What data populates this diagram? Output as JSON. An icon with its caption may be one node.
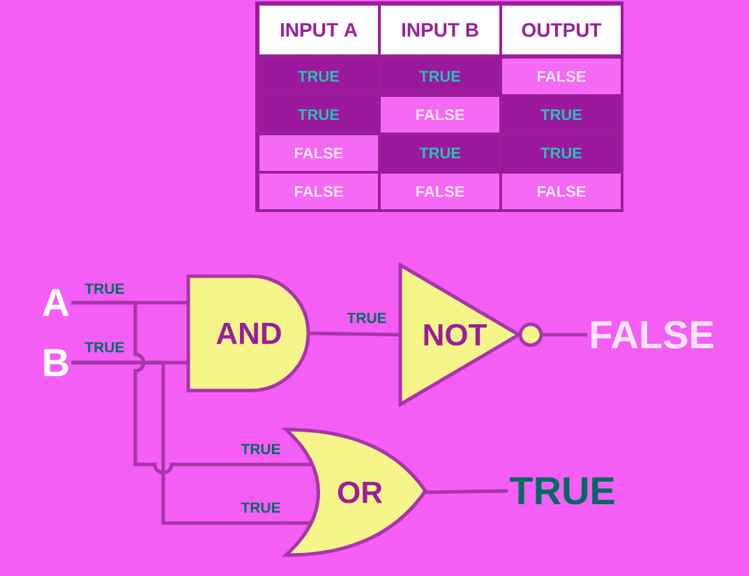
{
  "diagram": {
    "nodes": [
      {
        "text": [
          "A"
        ]
      },
      {
        "text": [
          "B"
        ]
      },
      {
        "text": [
          "AND"
        ]
      },
      {
        "text": [
          "NOT"
        ]
      },
      {
        "text": [
          "FALSE"
        ]
      },
      {
        "text": [
          "OR"
        ]
      },
      {
        "text": [
          "TRUE"
        ]
      }
    ],
    "edges": [
      {
        "from": 0,
        "to": 2,
        "arrow": "none",
        "label": "TRUE"
      },
      {
        "from": 1,
        "to": 2,
        "arrow": "none",
        "label": "TRUE"
      },
      {
        "from": 2,
        "to": 3,
        "arrow": "none",
        "label": "TRUE"
      },
      {
        "from": 3,
        "to": 4,
        "arrow": "none"
      },
      {
        "from": 0,
        "to": 5,
        "arrow": "none",
        "label": "TRUE"
      },
      {
        "from": 1,
        "to": 5,
        "arrow": "none",
        "label": "TRUE"
      },
      {
        "from": 5,
        "to": 6,
        "arrow": "none"
      }
    ],
    "labels": [
      "INPUT A",
      "INPUT B",
      "OUTPUT",
      "TRUE",
      "TRUE",
      "FALSE",
      "TRUE",
      "FALSE",
      "TRUE",
      "FALSE",
      "TRUE",
      "TRUE",
      "FALSE",
      "FALSE",
      "FALSE"
    ]
  }
}
